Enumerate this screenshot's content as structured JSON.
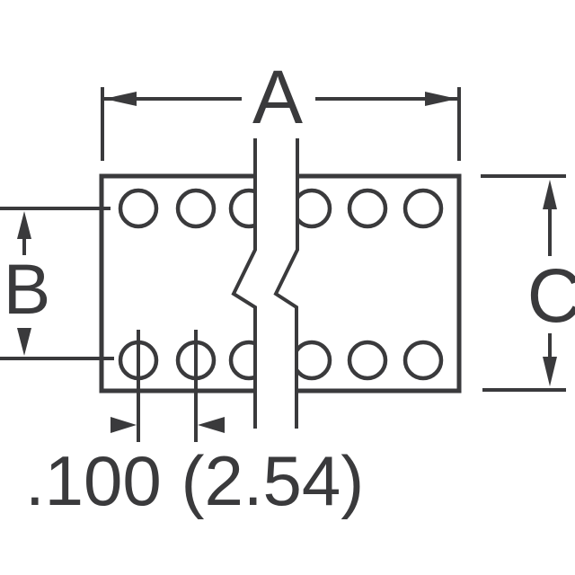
{
  "diagram": {
    "kind": "technical dimension drawing",
    "subject": "dual-row pin header body with break lines and plated holes",
    "dimensions": {
      "a": {
        "label": "A"
      },
      "b": {
        "label": "B"
      },
      "c": {
        "label": "C"
      },
      "pitch": {
        "label": ".100 (2.54)"
      }
    },
    "body": {
      "hole_rows": 2,
      "holes_visible_per_row": 6,
      "has_center_break": true
    },
    "colors": {
      "line": "#3a3a3c",
      "background": "#ffffff"
    }
  }
}
